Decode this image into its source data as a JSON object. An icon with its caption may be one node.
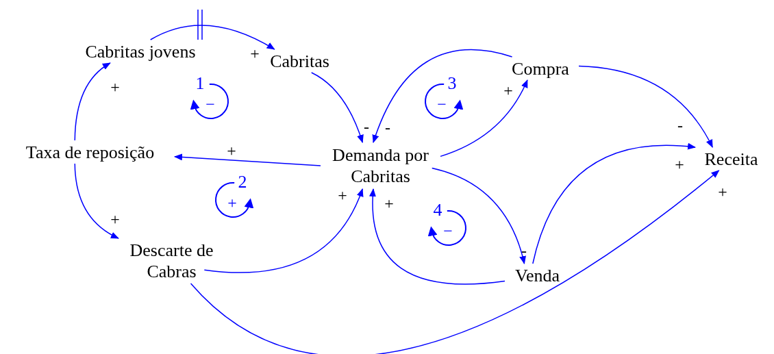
{
  "diagram": {
    "nodes": [
      {
        "text": [
          "Cabritas jovens"
        ]
      },
      {
        "text": [
          "Cabritas"
        ]
      },
      {
        "text": [
          "Compra"
        ]
      },
      {
        "text": [
          "Taxa de reposição"
        ]
      },
      {
        "text": [
          "Demanda por Cabritas"
        ]
      },
      {
        "text": [
          "Receita"
        ]
      },
      {
        "text": [
          "Descarte de Cabras"
        ]
      },
      {
        "text": [
          "Venda"
        ]
      }
    ],
    "edges": [
      {
        "from": 0,
        "to": 1,
        "arrow": "to",
        "label": "+"
      },
      {
        "from": 1,
        "to": 4,
        "arrow": "to",
        "label": "-"
      },
      {
        "from": 2,
        "to": 4,
        "arrow": "to",
        "label": "-"
      },
      {
        "from": 4,
        "to": 2,
        "arrow": "to",
        "label": "+"
      },
      {
        "from": 2,
        "to": 5,
        "arrow": "to",
        "label": "-"
      },
      {
        "from": 4,
        "to": 3,
        "arrow": "to",
        "label": "+"
      },
      {
        "from": 3,
        "to": 0,
        "arrow": "to",
        "label": "+"
      },
      {
        "from": 3,
        "to": 6,
        "arrow": "to",
        "label": "+"
      },
      {
        "from": 6,
        "to": 4,
        "arrow": "to",
        "label": "+"
      },
      {
        "from": 7,
        "to": 4,
        "arrow": "to",
        "label": "+"
      },
      {
        "from": 4,
        "to": 7,
        "arrow": "to",
        "label": "-"
      },
      {
        "from": 7,
        "to": 5,
        "arrow": "to",
        "label": "+"
      },
      {
        "from": 6,
        "to": 5,
        "arrow": "to",
        "label": "+"
      }
    ],
    "labels": [
      "1",
      "−",
      "2",
      "+",
      "3",
      "−",
      "4",
      "−"
    ]
  }
}
